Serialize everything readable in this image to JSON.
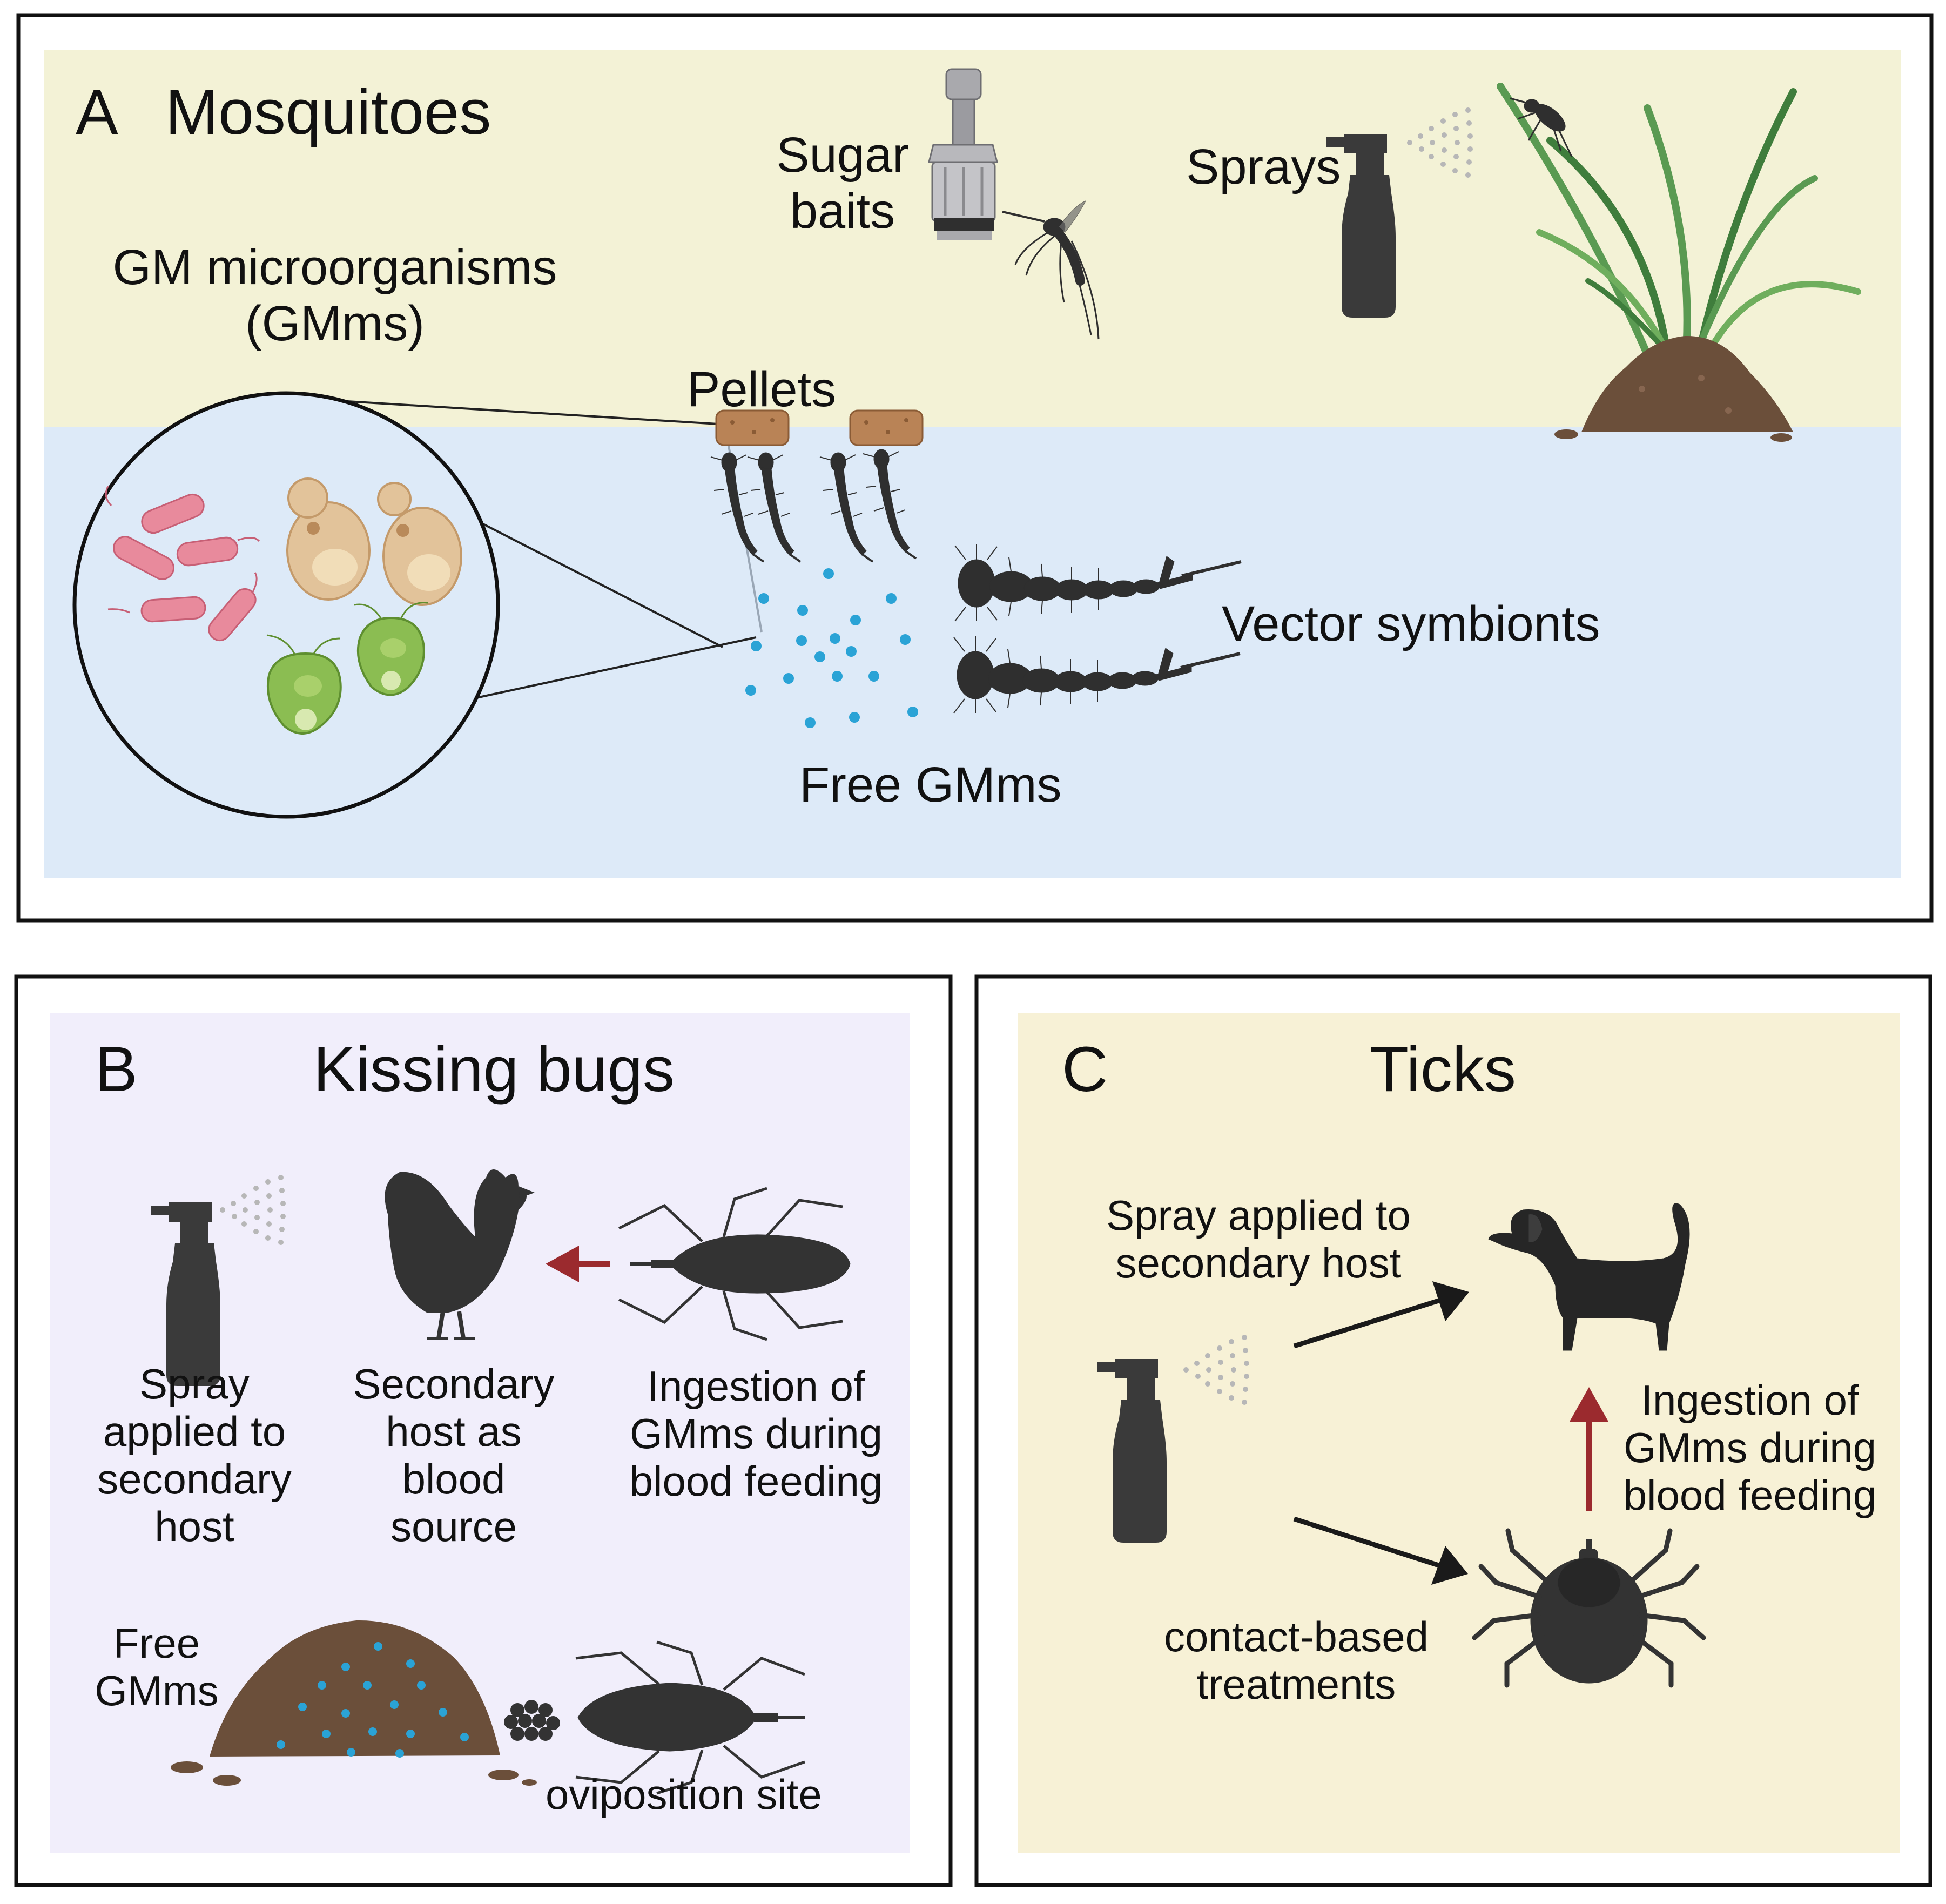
{
  "panel_a": {
    "letter": "A",
    "title": "Mosquitoes",
    "gm_label": "GM microorganisms\n(GMms)",
    "sugar_baits": "Sugar\nbaits",
    "sprays": "Sprays",
    "pellets": "Pellets",
    "vector_symbionts": "Vector symbionts",
    "free_gmms": "Free GMms",
    "colors": {
      "land": "#f3f2d6",
      "water": "#ddeaf8",
      "gm_dot": "#2aa3d6",
      "bacteria": "#e88a9c",
      "yeast": "#e2c39a",
      "algae": "#8bbd52"
    }
  },
  "panel_b": {
    "letter": "B",
    "title": "Kissing bugs",
    "spray_label": "Spray\napplied to\nsecondary\nhost",
    "secondary_host_label": "Secondary\nhost as\nblood\nsource",
    "ingestion_label": "Ingestion of\nGMms during\nblood feeding",
    "free_gmms": "Free\nGMms",
    "oviposition": "oviposition site",
    "colors": {
      "background": "#f1eefb",
      "arrow": "#9b2a2e"
    }
  },
  "panel_c": {
    "letter": "C",
    "title": "Ticks",
    "spray_label": "Spray applied to\nsecondary host",
    "ingestion_label": "Ingestion of\nGMms during\nblood feeding",
    "contact_label": "contact-based\ntreatments",
    "colors": {
      "background": "#f7f1d6",
      "arrow": "#9b2a2e"
    }
  },
  "icons": [
    "spray-bottle-icon",
    "sugar-bait-station-icon",
    "mosquito-icon",
    "grass-icon",
    "soil-mound-icon",
    "pellet-icon",
    "larva-icon",
    "bacteria-icon",
    "yeast-icon",
    "algae-icon",
    "chicken-icon",
    "kissing-bug-icon",
    "dog-icon",
    "tick-icon",
    "egg-cluster-icon"
  ]
}
